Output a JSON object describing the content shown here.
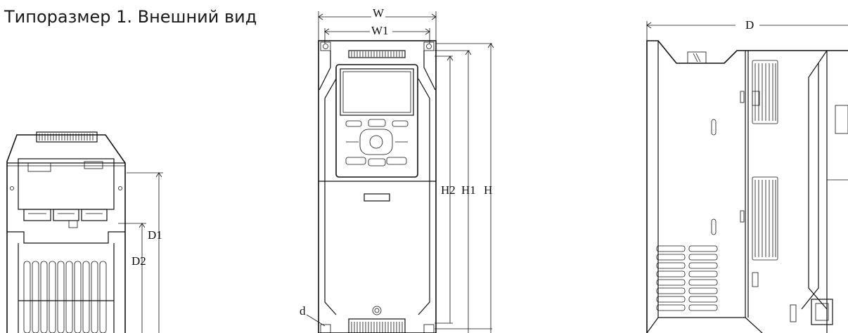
{
  "title": "Типоразмер 1. Внешний вид",
  "labels": {
    "d1": "D1",
    "d2": "D2",
    "w": "W",
    "w1": "W1",
    "h2": "H2",
    "h1": "H1",
    "h": "H",
    "d_small": "d",
    "d_depth": "D"
  }
}
